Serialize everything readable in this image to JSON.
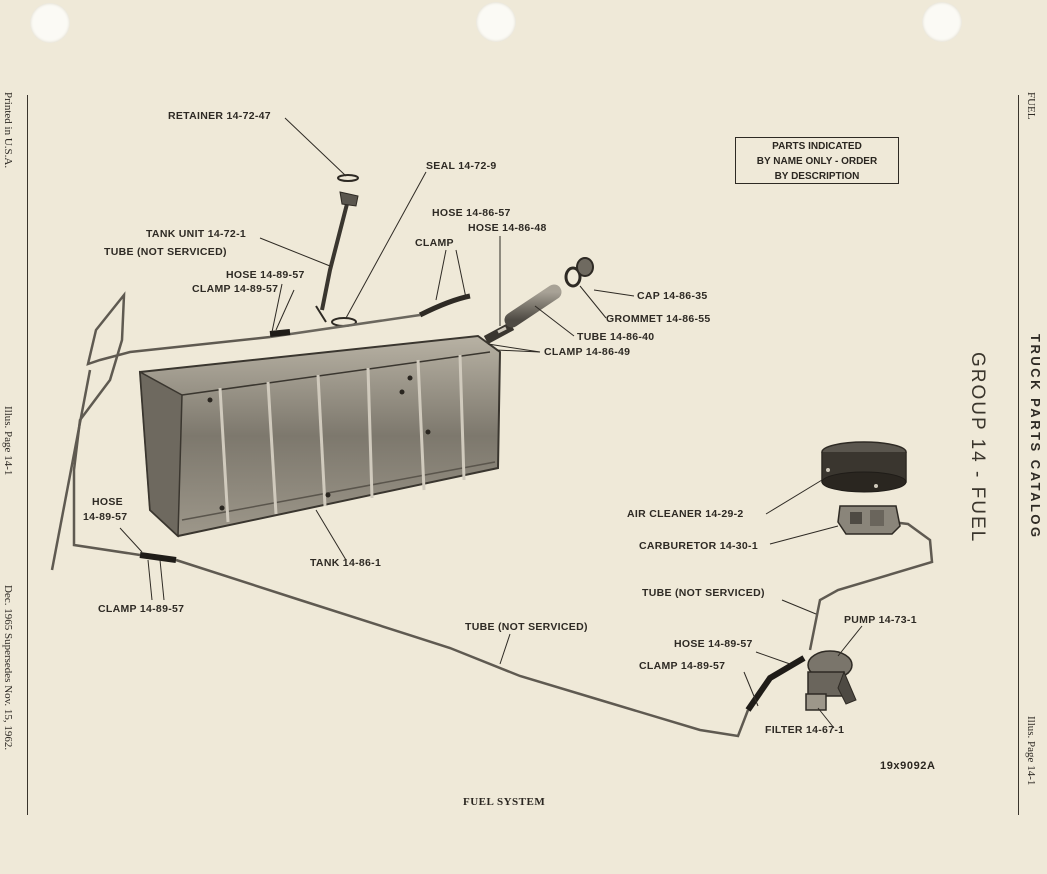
{
  "header": {
    "section_tab": "FUEL",
    "catalog_title": "TRUCK PARTS CATALOG",
    "group_title": "GROUP 14 - FUEL"
  },
  "margins": {
    "left_top": "Printed in U.S.A.",
    "left_mid": "Illus. Page 14-1",
    "left_bottom": "Dec. 1965 Supersedes Nov. 15, 1962.",
    "right_bottom": "Illus. Page 14-1"
  },
  "notice": {
    "line1": "PARTS INDICATED",
    "line2": "BY NAME ONLY - ORDER",
    "line3": "BY DESCRIPTION"
  },
  "callouts": {
    "retainer": "RETAINER 14-72-47",
    "seal": "SEAL 14-72-9",
    "hose_top": "HOSE 14-86-57",
    "hose_top2": "HOSE 14-86-48",
    "clamp_top": "CLAMP",
    "tank_unit": "TANK UNIT 14-72-1",
    "tube_not_serviced_1": "TUBE (NOT SERVICED)",
    "hose_89_57_top": "HOSE 14-89-57",
    "clamp_89_57_top": "CLAMP 14-89-57",
    "cap": "CAP 14-86-35",
    "grommet": "GROMMET 14-86-55",
    "tube_86_40": "TUBE 14-86-40",
    "clamp_86_49": "CLAMP 14-86-49",
    "hose_left_1": "HOSE",
    "hose_left_2": "14-89-57",
    "clamp_left": "CLAMP 14-89-57",
    "tank": "TANK 14-86-1",
    "air_cleaner": "AIR CLEANER 14-29-2",
    "carburetor": "CARBURETOR 14-30-1",
    "tube_not_serviced_2": "TUBE (NOT SERVICED)",
    "tube_not_serviced_3": "TUBE (NOT SERVICED)",
    "pump": "PUMP 14-73-1",
    "hose_89_57_bottom": "HOSE 14-89-57",
    "clamp_89_57_bottom": "CLAMP 14-89-57",
    "filter": "FILTER 14-67-1"
  },
  "figure_id": "19x9092A",
  "caption": "FUEL SYSTEM",
  "colors": {
    "paper": "#efe9d8",
    "ink": "#2e2a24",
    "metal": "#8a857a"
  }
}
